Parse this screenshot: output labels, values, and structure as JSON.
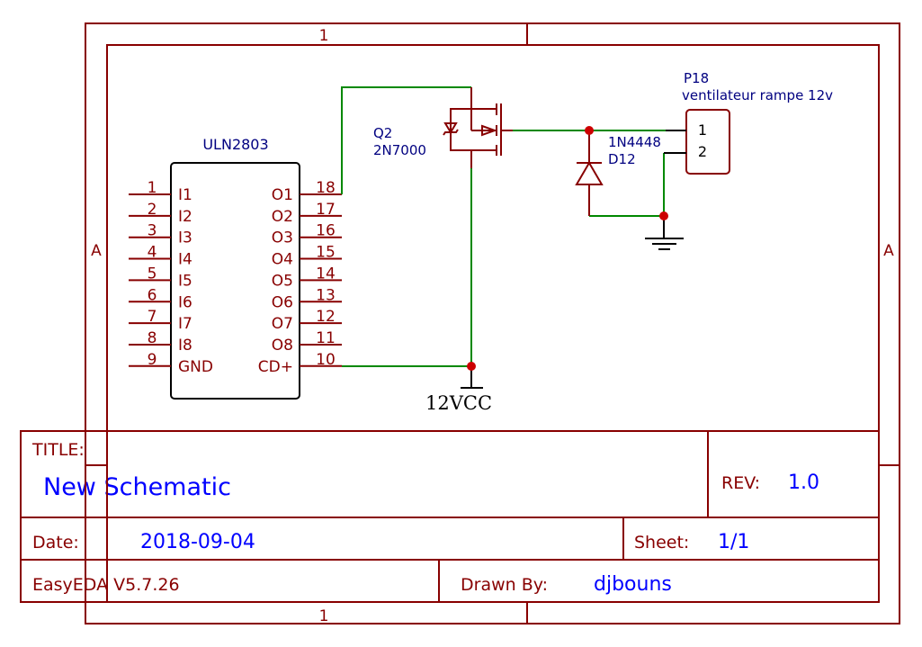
{
  "sheet": {
    "border_top_zone": "1",
    "border_bottom_zone": "1",
    "border_left_zone": "A",
    "border_right_zone": "A",
    "colors": {
      "frame": "#880000",
      "wire": "#008800",
      "junction": "#cc0000",
      "designator": "#000080",
      "value_text": "#0000ff"
    }
  },
  "components": {
    "u_ic": {
      "name": "ULN2803",
      "left_pins": [
        {
          "num": "1",
          "label": "I1"
        },
        {
          "num": "2",
          "label": "I2"
        },
        {
          "num": "3",
          "label": "I3"
        },
        {
          "num": "4",
          "label": "I4"
        },
        {
          "num": "5",
          "label": "I5"
        },
        {
          "num": "6",
          "label": "I6"
        },
        {
          "num": "7",
          "label": "I7"
        },
        {
          "num": "8",
          "label": "I8"
        },
        {
          "num": "9",
          "label": "GND"
        }
      ],
      "right_pins": [
        {
          "num": "18",
          "label": "O1"
        },
        {
          "num": "17",
          "label": "O2"
        },
        {
          "num": "16",
          "label": "O3"
        },
        {
          "num": "15",
          "label": "O4"
        },
        {
          "num": "14",
          "label": "O5"
        },
        {
          "num": "13",
          "label": "O6"
        },
        {
          "num": "12",
          "label": "O7"
        },
        {
          "num": "11",
          "label": "O8"
        },
        {
          "num": "10",
          "label": "CD+"
        }
      ]
    },
    "q2": {
      "designator": "Q2",
      "value": "2N7000"
    },
    "d12": {
      "designator": "D12",
      "value": "1N4448"
    },
    "p18": {
      "designator": "P18",
      "value": "ventilateur rampe 12v",
      "pins": [
        "1",
        "2"
      ]
    },
    "power": {
      "label": "12VCC"
    }
  },
  "title_block": {
    "title_label": "TITLE:",
    "title_value": "New Schematic",
    "rev_label": "REV:",
    "rev_value": "1.0",
    "date_label": "Date:",
    "date_value": "2018-09-04",
    "sheet_label": "Sheet:",
    "sheet_value": "1/1",
    "software": "EasyEDA V5.7.26",
    "drawn_by_label": "Drawn By:",
    "drawn_by_value": "djbouns"
  }
}
